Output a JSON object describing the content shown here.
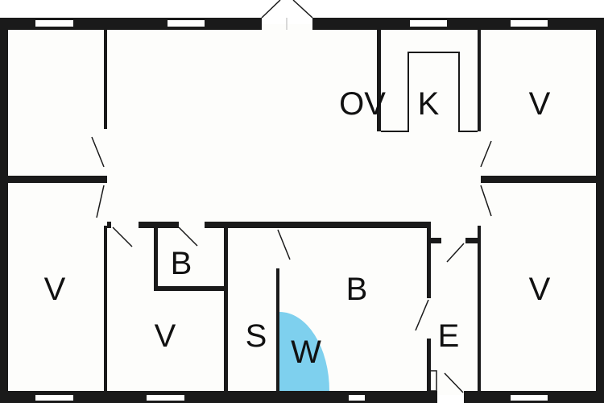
{
  "colors": {
    "wall": "#1a1a1a",
    "floor": "#fdfdfb",
    "bath_fixture": "#7ed0ee"
  },
  "rooms": [
    {
      "id": "ov",
      "label": "OV"
    },
    {
      "id": "k",
      "label": "K"
    },
    {
      "id": "v-top-right",
      "label": "V"
    },
    {
      "id": "v-bottom-left",
      "label": "V"
    },
    {
      "id": "b-small",
      "label": "B"
    },
    {
      "id": "v-middle",
      "label": "V"
    },
    {
      "id": "s",
      "label": "S"
    },
    {
      "id": "w",
      "label": "W"
    },
    {
      "id": "b-large",
      "label": "B"
    },
    {
      "id": "e",
      "label": "E"
    },
    {
      "id": "v-bottom-right",
      "label": "V"
    }
  ]
}
